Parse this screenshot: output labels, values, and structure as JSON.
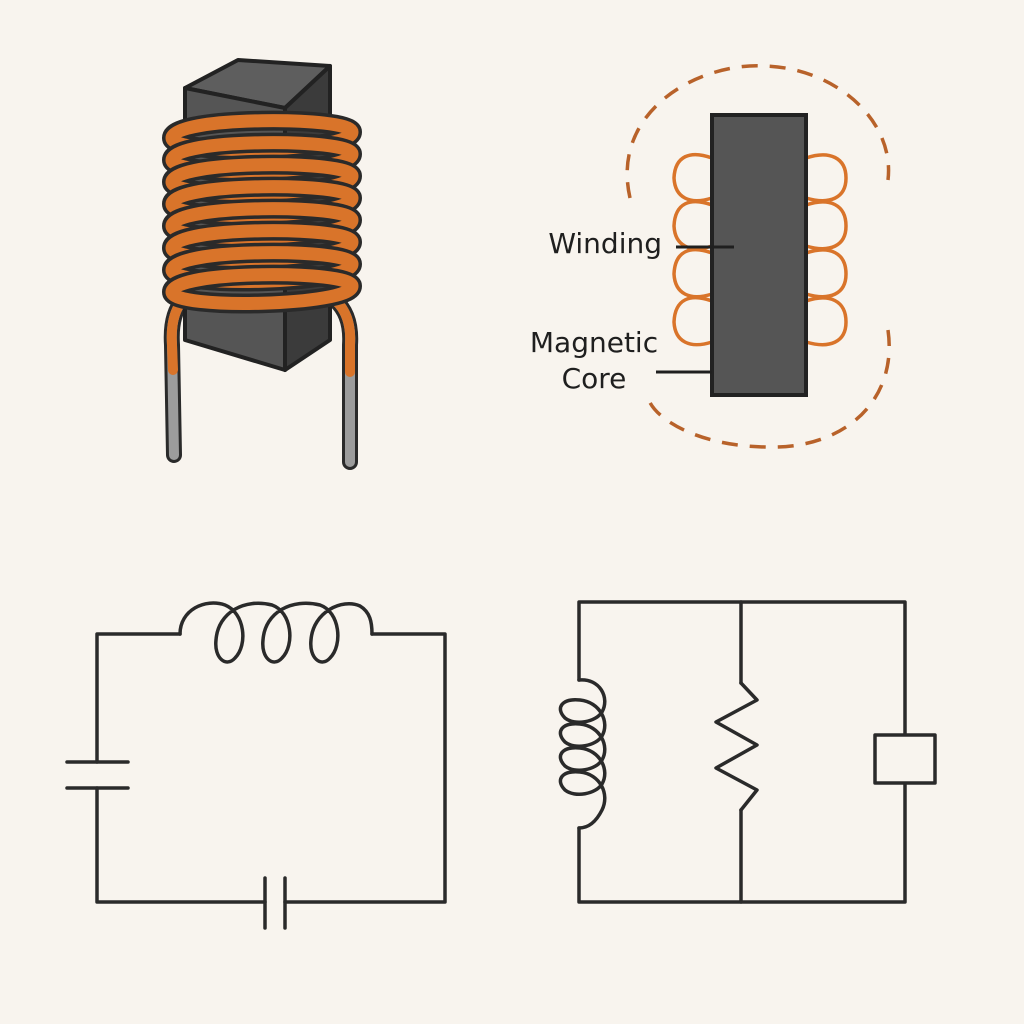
{
  "labels": {
    "winding": "Winding",
    "magnetic_core_line1": "Magnetic",
    "magnetic_core_line2": "Core"
  },
  "colors": {
    "background": "#f8f4ee",
    "copper": "#d9742a",
    "copper_dark": "#a8541b",
    "core": "#4e4e4e",
    "core_dark": "#2e2e2e",
    "lead": "#9c9c9c",
    "wire": "#2a2a2a"
  },
  "icons": {
    "inductor_component": "inductor-component-icon",
    "inductor_cross_section": "inductor-cross-section-icon",
    "lc_circuit": "lc-circuit-schematic",
    "rlc_parallel_circuit": "parallel-circuit-schematic"
  }
}
